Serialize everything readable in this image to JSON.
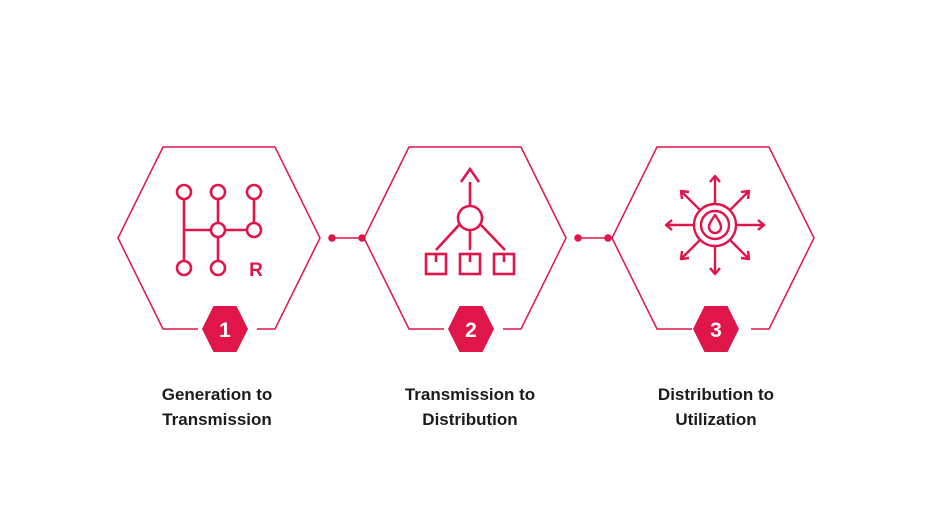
{
  "accent_color": "#e0154a",
  "steps": [
    {
      "number": "1",
      "label_line1": "Generation to",
      "label_line2": "Transmission",
      "icon": "gear-shift-icon"
    },
    {
      "number": "2",
      "label_line1": "Transmission to",
      "label_line2": "Distribution",
      "icon": "distribution-tree-icon"
    },
    {
      "number": "3",
      "label_line1": "Distribution to",
      "label_line2": "Utilization",
      "icon": "droplet-gear-icon"
    }
  ],
  "icon_text": {
    "gear_shift_reverse": "R"
  }
}
